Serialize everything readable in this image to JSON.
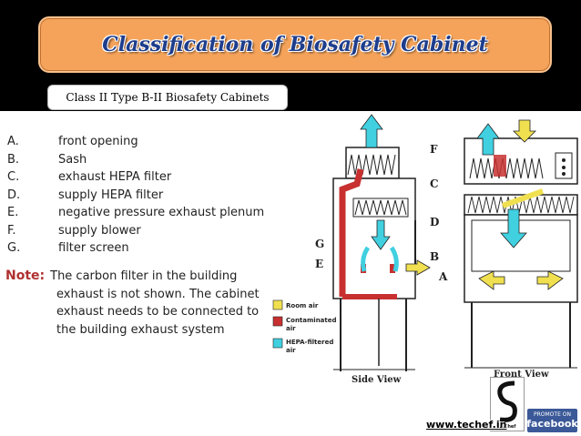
{
  "title": "Classification of Biosafety Cabinet",
  "subtitle": "Class II Type B-II Biosafety Cabinets",
  "legend": [
    {
      "letter": "A.",
      "text": "front opening"
    },
    {
      "letter": "B.",
      "text": "Sash"
    },
    {
      "letter": "C.",
      "text": "exhaust HEPA filter"
    },
    {
      "letter": "D.",
      "text": "supply HEPA filter"
    },
    {
      "letter": "E.",
      "text": "negative pressure exhaust plenum"
    },
    {
      "letter": "F.",
      "text": "supply blower"
    },
    {
      "letter": "G.",
      "text": "filter screen"
    }
  ],
  "note": {
    "label": "Note:",
    "line1": "The carbon filter in the building",
    "line2": "exhaust is not shown. The cabinet",
    "line3": "exhaust needs to be connected to",
    "line4": "the building exhaust system"
  },
  "diagram": {
    "labels": {
      "F": "F",
      "C": "C",
      "D": "D",
      "B": "B",
      "A": "A",
      "G": "G",
      "E": "E"
    },
    "key": {
      "room_air": "Room air",
      "contaminated_line1": "Contaminated",
      "contaminated_line2": "air",
      "hepa_line1": "HEPA-filtered",
      "hepa_line2": "air"
    },
    "side_view": "Side View",
    "front_view": "Front View"
  },
  "colors": {
    "title_bg": "#f5a35a",
    "title_text": "#1e3d8c",
    "room_air": "#f0e050",
    "contaminated": "#c83030",
    "hepa_air": "#40d0e0"
  },
  "branding": {
    "logo_text": "TeChef",
    "facebook_small": "PROMOTE ON",
    "facebook": "facebook",
    "website": "www.techef.in"
  }
}
